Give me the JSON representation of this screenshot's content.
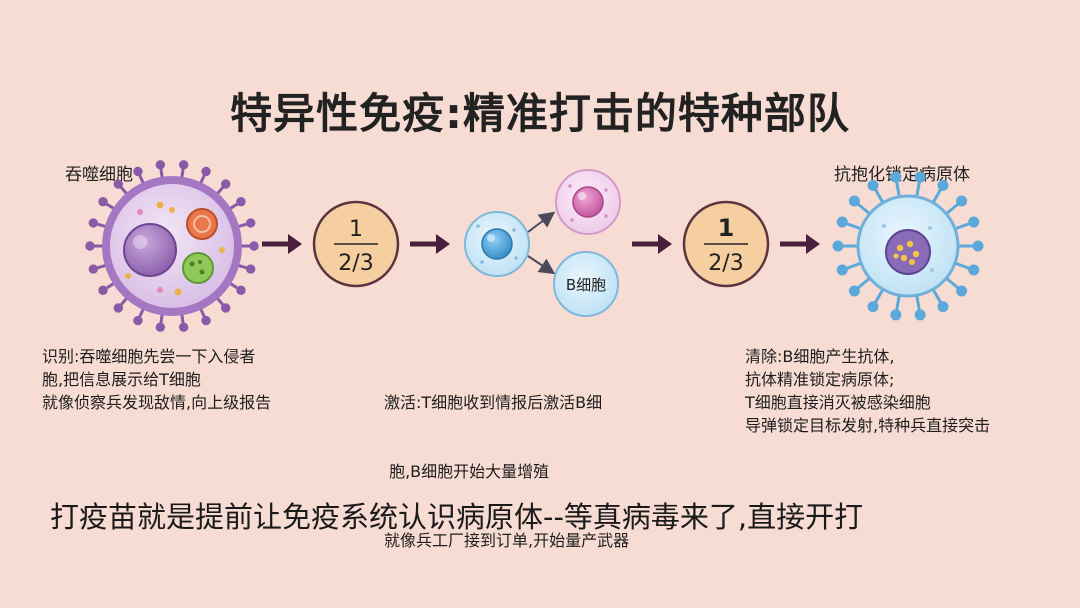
{
  "title": "特异性免疫:精准打击的特种部队",
  "phagocyte_label": "吞噬细胞",
  "antibody_label": "抗抱化锁定病原体",
  "badge1": {
    "numerator": "1",
    "denominator": "2/3"
  },
  "badge2": {
    "numerator": "1",
    "denominator": "2/3"
  },
  "bcell_label": "B细胞",
  "steps": [
    {
      "lines": [
        "识别:吞噬细胞先尝一下入侵者",
        "胞,把信息展示给T细胞",
        "就像侦察兵发现敌情,向上级报告"
      ]
    },
    {
      "lines": [
        "激活:T细胞收到情报后激活B细",
        " 胞,B细胞开始大量增殖",
        "就像兵工厂接到订单,开始量产武器"
      ]
    },
    {
      "lines": [
        "清除:B细胞产生抗体,",
        "抗体精准锁定病原体;",
        "T细胞直接消灭被感染细胞",
        "导弹锁定目标发射,特种兵直接突击"
      ]
    }
  ],
  "bottom_text": "打疫苗就是提前让免疫系统认识病原体--等真病毒来了,直接开打",
  "colors": {
    "background": "#f7dcd3",
    "arrow": "#4a1f3c",
    "badge_fill": "#f6cfa0",
    "badge_stroke": "#5a3540",
    "phagocyte": "#b486c9",
    "cell_blue": "#6fb8e4",
    "cell_pink": "#e8a8d6"
  }
}
